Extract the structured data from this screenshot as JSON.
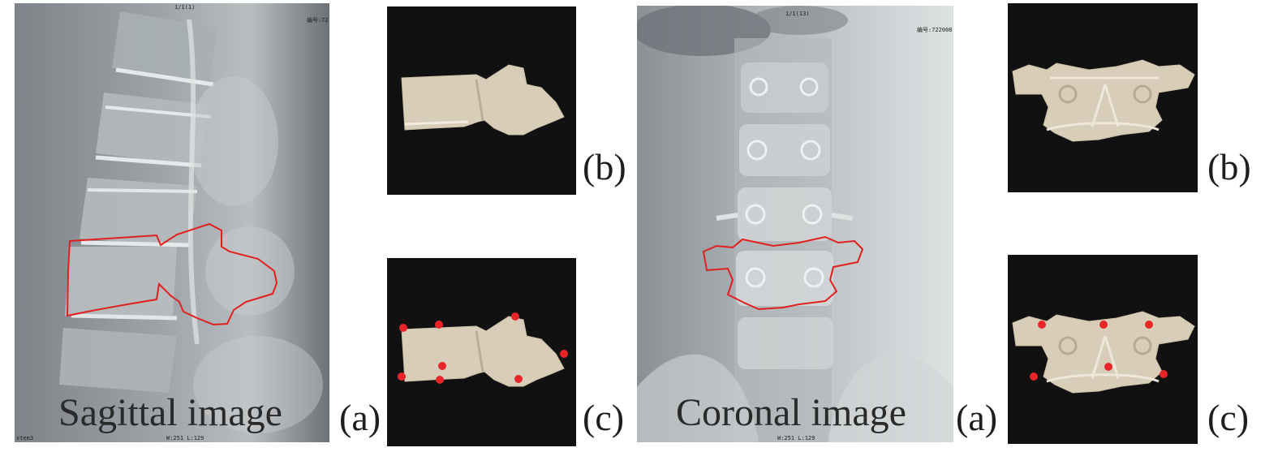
{
  "colors": {
    "contour": "#e02020",
    "landmark": "#e8262a",
    "thumb_bg": "#111111",
    "bone": "#d8cdb8"
  },
  "sagittal": {
    "caption": "Sagittal image",
    "label_a": "(a)",
    "label_b": "(b)",
    "label_c": "(c)",
    "overlay_top": "1/1(1)",
    "overlay_right": "编号:72",
    "overlay_bottom_left": "stem3",
    "overlay_bottom": "W:251 L:129"
  },
  "coronal": {
    "caption": "Coronal image",
    "label_a": "(a)",
    "label_b": "(b)",
    "label_c": "(c)",
    "overlay_top": "1/1(13)",
    "overlay_right": "编号:722008",
    "overlay_bottom": "W:251 L:129"
  }
}
